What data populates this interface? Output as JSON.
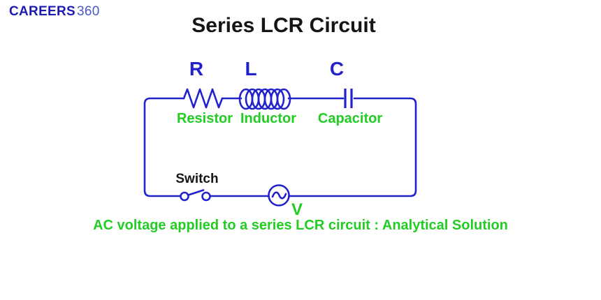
{
  "brand": {
    "name_bold": "CAREERS",
    "name_light": "360"
  },
  "title": "Series LCR Circuit",
  "circuit": {
    "component_labels": {
      "resistor_symbol": "R",
      "inductor_symbol": "L",
      "capacitor_symbol": "C"
    },
    "component_names": {
      "resistor": "Resistor",
      "inductor": "Inductor",
      "capacitor": "Capacitor"
    },
    "switch_label": "Switch",
    "source_label": "V"
  },
  "caption": "AC voltage applied to a series LCR circuit : Analytical Solution",
  "colors": {
    "wire_blue": "#2222cc",
    "label_green": "#22cc22",
    "brand_dark_blue": "#1c1cb4",
    "brand_light_blue": "#4a55cc",
    "text_black": "#151515"
  }
}
